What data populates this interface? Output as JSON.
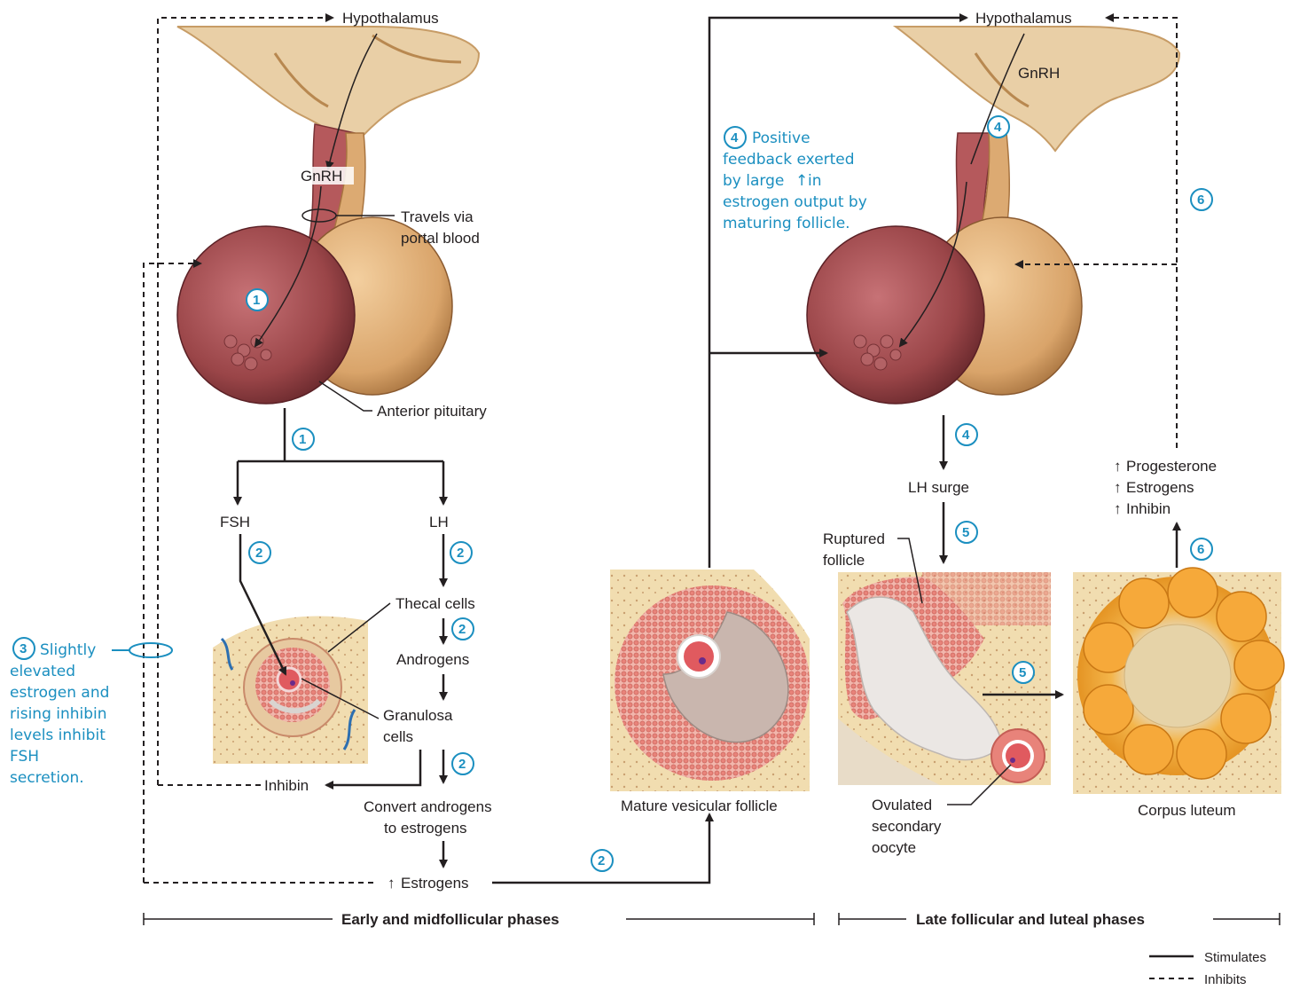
{
  "labels": {
    "hypothalamus_left": "Hypothalamus",
    "hypothalamus_right": "Hypothalamus",
    "gnrh_left": "GnRH",
    "gnrh_right": "GnRH",
    "travels_line1": "Travels via",
    "travels_line2": "portal blood",
    "anterior_pituitary": "Anterior pituitary",
    "fsh": "FSH",
    "lh": "LH",
    "thecal_cells": "Thecal cells",
    "androgens": "Androgens",
    "granulosa_line1": "Granulosa",
    "granulosa_line2": "cells",
    "inhibin": "Inhibin",
    "convert_line1": "Convert androgens",
    "convert_line2": "to estrogens",
    "estrogens": "Estrogens",
    "mature_follicle": "Mature vesicular follicle",
    "lh_surge": "LH surge",
    "ruptured_line1": "Ruptured",
    "ruptured_line2": "follicle",
    "ovulated_line1": "Ovulated",
    "ovulated_line2": "secondary",
    "ovulated_line3": "oocyte",
    "corpus_luteum": "Corpus luteum",
    "progesterone": "Progesterone",
    "estrogens_right": "Estrogens",
    "inhibin_right": "Inhibin"
  },
  "notes": {
    "step3": [
      "Slightly",
      "elevated",
      "estrogen and",
      "rising inhibin",
      "levels inhibit",
      "FSH",
      "secretion."
    ],
    "step4": [
      "Positive",
      "feedback exerted",
      "by large",
      "in",
      "estrogen output by",
      "maturing follicle."
    ]
  },
  "steps": {
    "s1": "1",
    "s2": "2",
    "s3": "3",
    "s4": "4",
    "s5": "5",
    "s6": "6"
  },
  "phases": {
    "early": "Early and midfollicular phases",
    "late": "Late follicular and luteal phases"
  },
  "legend": {
    "stimulates": "Stimulates",
    "inhibits": "Inhibits"
  },
  "colors": {
    "accent_blue": "#1b8fc0",
    "posterior_pituitary": "#d9a46a",
    "anterior_pituitary": "#9e4a4e",
    "brain_tissue": "#e9cfa6",
    "corpus_luteum": "#f0a028",
    "granulosa": "#e8837a"
  }
}
